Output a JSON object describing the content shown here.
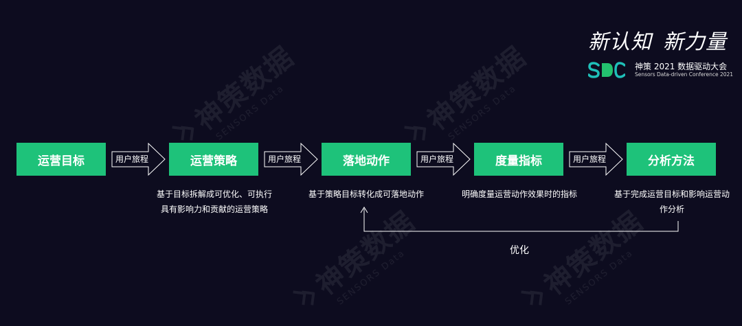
{
  "watermark": {
    "cn": "神策数据",
    "en": "SENSORS Data"
  },
  "brand": {
    "slogan_left": "新认知",
    "slogan_right": "新力量",
    "logo_text": "SDC",
    "event_title": "神策 2021 数据驱动大会",
    "event_subtitle": "Sensors Data-driven Conference 2021"
  },
  "flow": {
    "steps": [
      {
        "label": "运营目标",
        "desc_lines": []
      },
      {
        "label": "运营策略",
        "desc_lines": [
          "基于目标拆解成可优化、可执行",
          "具有影响力和贡献的运营策略"
        ]
      },
      {
        "label": "落地动作",
        "desc_lines": [
          "基于策略目标转化成可落地动作"
        ]
      },
      {
        "label": "度量指标",
        "desc_lines": [
          "明确度量运营动作效果时的指标"
        ]
      },
      {
        "label": "分析方法",
        "desc_lines": [
          "基于完成运营目标和影响运营动",
          "作分析"
        ]
      }
    ],
    "connector_label": "用户旅程",
    "loop_label": "优化"
  },
  "colors": {
    "background": "#0d0c1f",
    "box": "#1ec27a",
    "logo_teal": "#1fbfb8",
    "logo_green": "#23c26f"
  }
}
